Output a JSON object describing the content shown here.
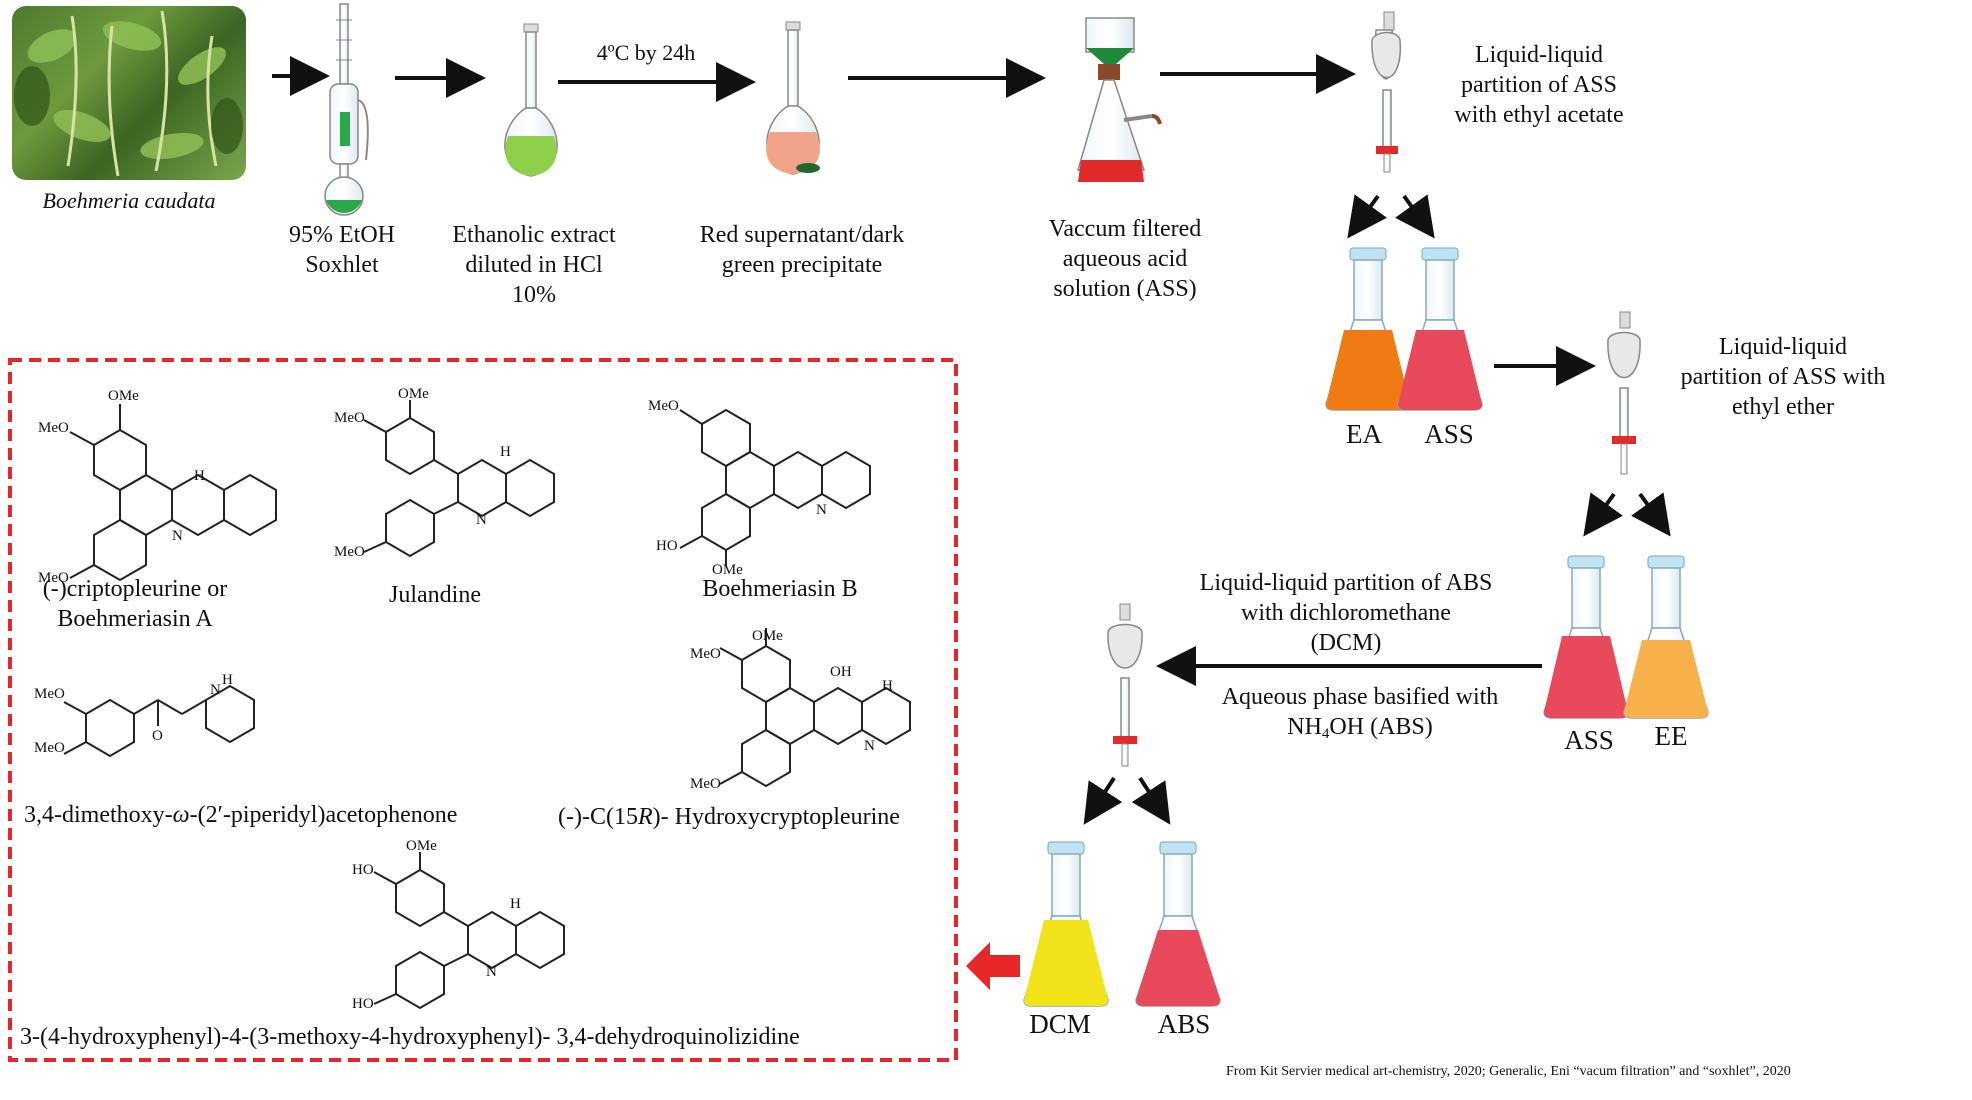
{
  "plant": {
    "caption": "Boehmeria caudata"
  },
  "steps": {
    "soxhlet": [
      "95% EtOH",
      "Soxhlet"
    ],
    "temp_arrow": "4ºC by 24h",
    "extract": [
      "Ethanolic extract",
      "diluted in HCl",
      "10%"
    ],
    "supernatant": [
      "Red supernatant/dark",
      "green precipitate"
    ],
    "filtered": [
      "Vaccum filtered",
      "aqueous acid",
      "solution (ASS)"
    ],
    "partition1": [
      "Liquid-liquid",
      "partition of ASS",
      "with ethyl acetate"
    ],
    "partition2": [
      "Liquid-liquid",
      "partition of ASS with",
      "ethyl ether"
    ],
    "partition3": [
      "Liquid-liquid partition of ABS",
      "with dichloromethane",
      "(DCM)"
    ],
    "basified_line1": "Aqueous phase basified with",
    "basified_nh": "NH",
    "basified_sub": "4",
    "basified_rest": "OH (ABS)"
  },
  "flasks": {
    "ea": "EA",
    "ass1": "ASS",
    "ass2": "ASS",
    "ee": "EE",
    "dcm": "DCM",
    "abs": "ABS"
  },
  "compounds": {
    "c1": [
      "(-)criptopleurine or",
      "Boehmeriasin A"
    ],
    "c2": "Julandine",
    "c3": "Boehmeriasin B",
    "c4_pre": "3,4-dimethoxy-",
    "c4_omega": "ω",
    "c4_post": "-(2′-piperidyl)acetophenone",
    "c5_pre": "(-)-C(15",
    "c5_r": "R",
    "c5_post": ")- Hydroxycryptopleurine",
    "c6": "3-(4-hydroxyphenyl)-4-(3-methoxy-4-hydroxyphenyl)- 3,4-dehydroquinolizidine"
  },
  "atoms": {
    "ome": "OMe",
    "meo": "MeO",
    "ho": "HO",
    "h": "H",
    "n": "N",
    "o": "O",
    "oh": "OH"
  },
  "credit": "From Kit Servier medical art-chemistry, 2020; Generalic, Eni “vacum filtration” and “soxhlet”, 2020",
  "colors": {
    "arrow": "#111111",
    "box_border": "#e8262a",
    "red_arrow": "#e8262a",
    "green_solution": "#2aa84a",
    "light_green": "#8ed04a",
    "salmon": "#f2a48a",
    "filter_red": "#e22a2a",
    "orange": "#f07a14",
    "pink_red": "#e84a5c",
    "light_orange": "#f7b04a",
    "yellow": "#f2e21a"
  }
}
